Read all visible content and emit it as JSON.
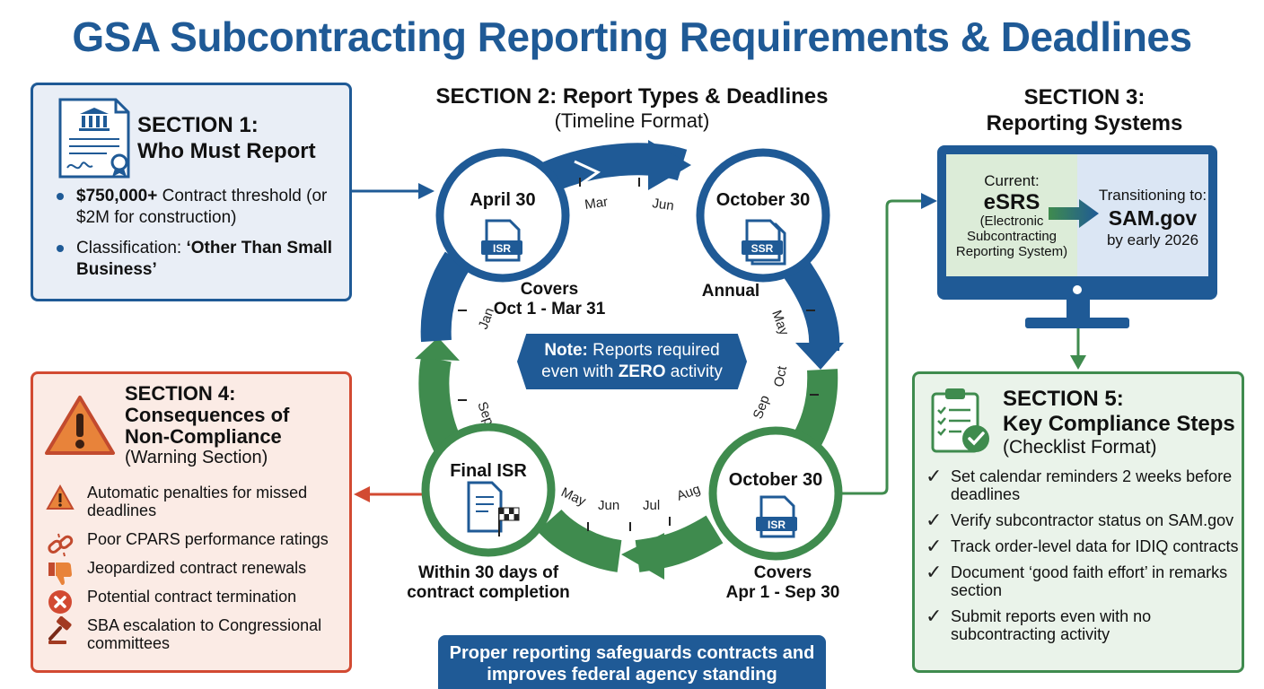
{
  "title": "GSA Subcontracting Reporting Requirements & Deadlines",
  "colors": {
    "blue": "#1f5a96",
    "green": "#3f8b4e",
    "red": "#d24a32",
    "orange": "#e8833a"
  },
  "section1": {
    "heading_line1": "SECTION 1:",
    "heading_line2": "Who Must Report",
    "icon": "certificate-document-icon",
    "bullet1_bold": "$750,000+",
    "bullet1_rest": " Contract threshold (or $2M for construction)",
    "bullet2_pre": "Classification: ",
    "bullet2_bold": "‘Other Than Small Business’"
  },
  "section2": {
    "heading": "SECTION 2: Report Types & Deadlines",
    "subheading": "(Timeline Format)",
    "milestones": [
      {
        "date": "April 30",
        "badge": "ISR",
        "caption_line1": "Covers",
        "caption_line2": "Oct 1 - Mar 31"
      },
      {
        "date": "October 30",
        "badge": "SSR",
        "caption_line1": "Annual",
        "caption_line2": ""
      },
      {
        "date": "October 30",
        "badge": "ISR",
        "caption_line1": "Covers",
        "caption_line2": "Apr 1 - Sep 30"
      },
      {
        "date": "Final ISR",
        "badge": "",
        "caption_line1": "Within 30 days of",
        "caption_line2": "contract completion"
      }
    ],
    "months": {
      "top_left": "Mar",
      "top_right": "Jun",
      "right_upper": "May",
      "right_mid_a": "Oct",
      "right_mid_b": "Sep",
      "bottom_a": "May",
      "bottom_b": "Jun",
      "bottom_c": "Jul",
      "bottom_d": "Aug",
      "left_upper": "Jan",
      "left_lower": "Sep"
    },
    "note_bold": "Note:",
    "note_rest": " Reports required",
    "note_line2_pre": "even with ",
    "note_line2_bold": "ZERO",
    "note_line2_post": " activity"
  },
  "footer": {
    "line1": "Proper reporting safeguards contracts and",
    "line2": "improves federal agency standing"
  },
  "section3": {
    "heading_line1": "SECTION 3:",
    "heading_line2": "Reporting Systems",
    "current_label": "Current:",
    "current_system": "eSRS",
    "current_desc1": "(Electronic",
    "current_desc2": "Subcontracting",
    "current_desc3": "Reporting System)",
    "transition_label": "Transitioning to:",
    "new_system": "SAM.gov",
    "new_timing": "by early 2026"
  },
  "section4": {
    "heading_line1": "SECTION 4:",
    "heading_line2": "Consequences of",
    "heading_line3": "Non-Compliance",
    "subheading": "(Warning Section)",
    "items": [
      {
        "icon": "warning-triangle-icon",
        "text": "Automatic penalties for missed deadlines"
      },
      {
        "icon": "broken-chain-icon",
        "text": "Poor CPARS performance ratings"
      },
      {
        "icon": "thumbs-down-icon",
        "text": "Jeopardized contract renewals"
      },
      {
        "icon": "x-circle-icon",
        "text": "Potential contract termination"
      },
      {
        "icon": "gavel-icon",
        "text": "SBA escalation to Congressional committees"
      }
    ]
  },
  "section5": {
    "heading_line1": "SECTION 5:",
    "heading_line2": "Key Compliance Steps",
    "subheading": "(Checklist Format)",
    "check_glyph": "✓",
    "steps": [
      "Set calendar reminders 2 weeks before deadlines",
      "Verify subcontractor status on SAM.gov",
      "Track order-level data for IDIQ contracts",
      "Document ‘good faith effort’ in remarks section",
      "Submit reports even with no subcontracting activity"
    ]
  }
}
